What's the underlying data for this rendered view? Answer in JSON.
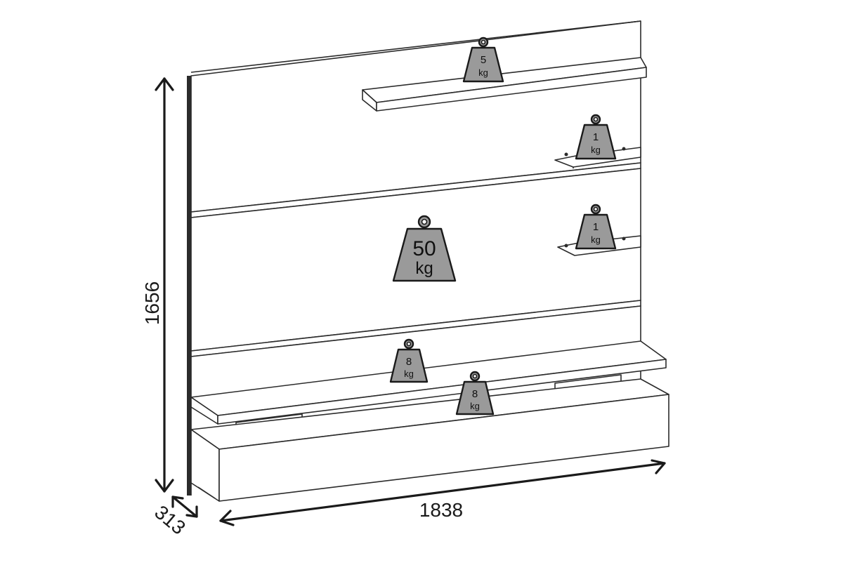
{
  "dimensions": {
    "height": "1656",
    "width": "1838",
    "depth": "313"
  },
  "weights": {
    "top_shelf": {
      "value": "5",
      "unit": "kg"
    },
    "glass_shelf_upper": {
      "value": "1",
      "unit": "kg"
    },
    "glass_shelf_lower": {
      "value": "1",
      "unit": "kg"
    },
    "panel": {
      "value": "50",
      "unit": "kg"
    },
    "tv_shelf": {
      "value": "8",
      "unit": "kg"
    },
    "base_unit": {
      "value": "8",
      "unit": "kg"
    }
  },
  "colors": {
    "line": "#2b2b2b",
    "weight_fill": "#9a9a9a"
  }
}
